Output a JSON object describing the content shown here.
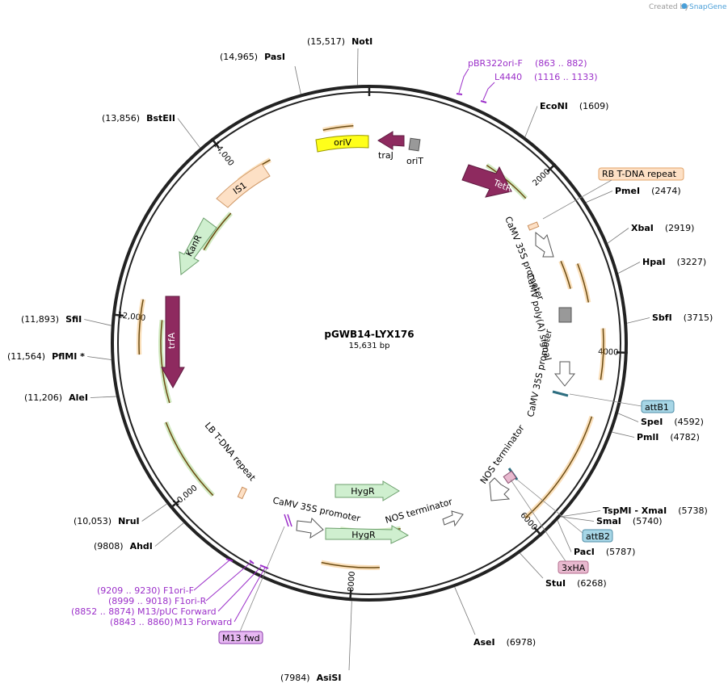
{
  "credit": {
    "prefix": "Created by",
    "brand": "SnapGene"
  },
  "plasmid": {
    "name": "pGWB14-LYX176",
    "size_label": "15,631 bp",
    "length": 15631
  },
  "ticks": [
    {
      "pos": 0,
      "label": ""
    },
    {
      "pos": 2000,
      "label": "2000"
    },
    {
      "pos": 4000,
      "label": "4000"
    },
    {
      "pos": 6000,
      "label": "6000"
    },
    {
      "pos": 8000,
      "label": "8000"
    },
    {
      "pos": 10000,
      "label": "10,000"
    },
    {
      "pos": 12000,
      "label": "12,000"
    },
    {
      "pos": 14000,
      "label": "14,000"
    }
  ],
  "sites": [
    {
      "pos": 15517,
      "name": "NotI",
      "pos_label": "(15,517)",
      "side": "left"
    },
    {
      "pos": 14965,
      "name": "PasI",
      "pos_label": "(14,965)",
      "side": "left"
    },
    {
      "pos": 13856,
      "name": "BstEII",
      "pos_label": "(13,856)",
      "side": "left"
    },
    {
      "pos": 1609,
      "name": "EcoNI",
      "pos_label": "(1609)",
      "side": "right"
    },
    {
      "pos": 2474,
      "name": "PmeI",
      "pos_label": "(2474)",
      "side": "right"
    },
    {
      "pos": 2919,
      "name": "XbaI",
      "pos_label": "(2919)",
      "side": "right"
    },
    {
      "pos": 3227,
      "name": "HpaI",
      "pos_label": "(3227)",
      "side": "right"
    },
    {
      "pos": 3715,
      "name": "SbfI",
      "pos_label": "(3715)",
      "side": "right"
    },
    {
      "pos": 4592,
      "name": "SpeI",
      "pos_label": "(4592)",
      "side": "right"
    },
    {
      "pos": 4782,
      "name": "PmlI",
      "pos_label": "(4782)",
      "side": "right"
    },
    {
      "pos": 5738,
      "name": "TspMI - XmaI",
      "pos_label": "(5738)",
      "side": "right"
    },
    {
      "pos": 5740,
      "name": "SmaI",
      "pos_label": "(5740)",
      "side": "right"
    },
    {
      "pos": 5787,
      "name": "PacI",
      "pos_label": "(5787)",
      "side": "right"
    },
    {
      "pos": 6268,
      "name": "StuI",
      "pos_label": "(6268)",
      "side": "right"
    },
    {
      "pos": 6978,
      "name": "AseI",
      "pos_label": "(6978)",
      "side": "right"
    },
    {
      "pos": 7984,
      "name": "AsiSI",
      "pos_label": "(7984)",
      "side": "left"
    },
    {
      "pos": 9808,
      "name": "AhdI",
      "pos_label": "(9808)",
      "side": "left"
    },
    {
      "pos": 10053,
      "name": "NruI",
      "pos_label": "(10,053)",
      "side": "left"
    },
    {
      "pos": 11206,
      "name": "AleI",
      "pos_label": "(11,206)",
      "side": "left"
    },
    {
      "pos": 11564,
      "name": "PflMI *",
      "pos_label": "(11,564)",
      "side": "left"
    },
    {
      "pos": 11893,
      "name": "SfiI",
      "pos_label": "(11,893)",
      "side": "left"
    }
  ],
  "primers": [
    {
      "name": "pBR322ori-F",
      "range": "(863 .. 882)",
      "pos": 863
    },
    {
      "name": "L4440",
      "range": "(1116 .. 1133)",
      "pos": 1116
    },
    {
      "name": "F1ori-F",
      "range": "(9209 .. 9230)",
      "pos": 9209
    },
    {
      "name": "F1ori-R",
      "range": "(8999 .. 9018)",
      "pos": 8999
    },
    {
      "name": "M13/pUC Forward",
      "range": "(8852 .. 8874)",
      "pos": 8852
    },
    {
      "name": "M13 Forward",
      "range": "(8843 .. 8860)",
      "pos": 8843
    }
  ],
  "boxed_features": [
    {
      "name": "RB T-DNA repeat",
      "color": "#fde0c5",
      "border": "#e3a46a"
    },
    {
      "name": "attB1",
      "color": "#a7d6e6",
      "border": "#4f8ea8"
    },
    {
      "name": "attB2",
      "color": "#a7d6e6",
      "border": "#4f8ea8"
    },
    {
      "name": "3xHA",
      "color": "#e8b9cf",
      "border": "#b56f8f"
    },
    {
      "name": "M13 fwd",
      "color": "#e7b8f3",
      "border": "#8a3aa8"
    }
  ],
  "features": {
    "oriV": "oriV",
    "traJ": "traJ",
    "oriT": "oriT",
    "TetR": "TetR",
    "IS1": "IS1",
    "KanR": "KanR",
    "trfA": "trfA",
    "HygR_top": "HygR",
    "HygR_bottom": "HygR",
    "camv_promoter_right": "CaMV 35S promoter",
    "camv_polyA": "CaMV poly(A) signal",
    "camv_promoter_right2": "CaMV 35S promoter",
    "nos_terminator_right": "NOS terminator",
    "lb_tdna": "LB T-DNA repeat",
    "camv_promoter_bottom": "CaMV 35S promoter",
    "nos_terminator_bottom": "NOS terminator"
  },
  "colors": {
    "backbone": "#222222",
    "orf_orange": "#f0a43a",
    "orf_green": "#7cc24d",
    "marker_purple": "#8e2a5f",
    "kan_green": "#cfefcf",
    "oriV_yellow": "#ffff1a",
    "is1_peach": "#fde0c5",
    "primer_purple": "#9b2fc9"
  }
}
